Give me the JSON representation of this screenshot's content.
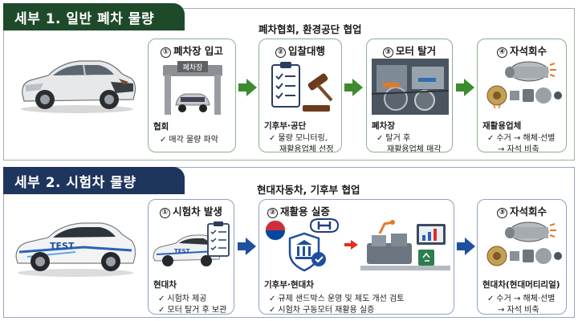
{
  "section1": {
    "title": "세부 1. 일반 폐차 물량",
    "collaboration": "폐차협회, 환경공단 협업",
    "steps": [
      {
        "number": "①",
        "title": "폐차장 입고",
        "sign": "폐차장",
        "actor": "협회",
        "bullets": [
          "매각 물량 파악"
        ]
      },
      {
        "number": "②",
        "title": "입찰대행",
        "actor": "기후부·공단",
        "bullets": [
          "물량 모니터링,",
          "재활용업체 선정"
        ]
      },
      {
        "number": "③",
        "title": "모터 탈거",
        "actor": "폐차장",
        "bullets": [
          "탈거 후",
          "재활용업체 매각"
        ]
      },
      {
        "number": "④",
        "title": "자석회수",
        "actor": "재활용업체",
        "bullets": [
          "수거 → 해체·선별",
          "→ 자석 비축"
        ]
      }
    ]
  },
  "section2": {
    "title": "세부 2. 시험차 물량",
    "collaboration": "현대자동차, 기후부 협업",
    "car_label": "TEST",
    "steps": [
      {
        "number": "①",
        "title": "시험차 발생",
        "actor": "현대차",
        "bullets": [
          "시험차 제공",
          "모터 탈거 후 보관"
        ]
      },
      {
        "number": "②",
        "title": "재활용 실증",
        "actor": "기후부·현대차",
        "bullets": [
          "규제 샌드박스 운영 및 제도 개선 검토",
          "시험차 구동모터 재활용 실증"
        ]
      },
      {
        "number": "③",
        "title": "자석회수",
        "actor": "현대차(현대머티리얼)",
        "bullets": [
          "수거 → 해체·선별",
          "→ 자석 비축"
        ]
      }
    ]
  },
  "colors": {
    "section1_accent": "#1f4a2a",
    "section2_accent": "#1e355e",
    "arrow_green": "#3e8a2e",
    "arrow_blue": "#1f4f9e",
    "arrow_red": "#e03020"
  }
}
